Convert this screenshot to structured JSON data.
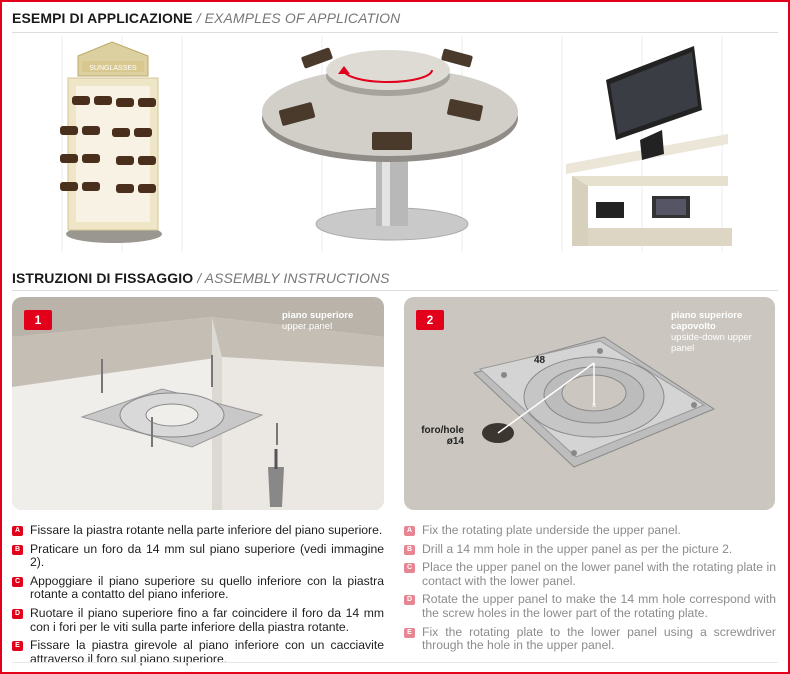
{
  "examples": {
    "title_it": "ESEMPI DI APPLICAZIONE",
    "title_en": "/ EXAMPLES OF APPLICATION",
    "display_label": "SUNGLASSES"
  },
  "assembly": {
    "title_it": "ISTRUZIONI DI FISSAGGIO",
    "title_en": "/ ASSEMBLY INSTRUCTIONS"
  },
  "panel1": {
    "number": "1",
    "label_it": "piano superiore",
    "label_en": "upper panel"
  },
  "panel2": {
    "number": "2",
    "label_it_1": "piano superiore",
    "label_it_2": "capovolto",
    "label_en_1": "upside-down upper",
    "label_en_2": "panel",
    "dimension": "48",
    "hole_label": "foro/hole",
    "hole_diameter": "ø14"
  },
  "instructions_it": [
    {
      "letter": "A",
      "text": "Fissare la piastra rotante nella parte inferiore del piano superiore."
    },
    {
      "letter": "B",
      "text": "Praticare un foro da 14 mm sul piano superiore (vedi immagine 2)."
    },
    {
      "letter": "C",
      "text": "Appoggiare il piano superiore su quello inferiore con la piastra rotante a contatto del piano inferiore."
    },
    {
      "letter": "D",
      "text": "Ruotare il piano superiore fino a far coincidere il foro da 14 mm con i fori per le viti sulla parte inferiore della piastra rotante."
    },
    {
      "letter": "E",
      "text": "Fissare la piastra girevole al piano inferiore con un cacciavite attraverso il foro sul piano superiore."
    }
  ],
  "instructions_en": [
    {
      "letter": "A",
      "text": "Fix the rotating plate underside the upper panel."
    },
    {
      "letter": "B",
      "text": "Drill a 14 mm hole in the upper panel as per the picture 2."
    },
    {
      "letter": "C",
      "text": "Place the upper panel on the lower panel with the rotating plate in contact with the lower panel."
    },
    {
      "letter": "D",
      "text": "Rotate the upper panel to make the 14 mm hole correspond with the screw holes in the lower part of the rotating plate."
    },
    {
      "letter": "E",
      "text": "Fix the rotating plate to the lower panel using a screwdriver through the hole in the upper panel."
    }
  ],
  "colors": {
    "accent": "#e2001a",
    "accent_light": "#e88593"
  }
}
